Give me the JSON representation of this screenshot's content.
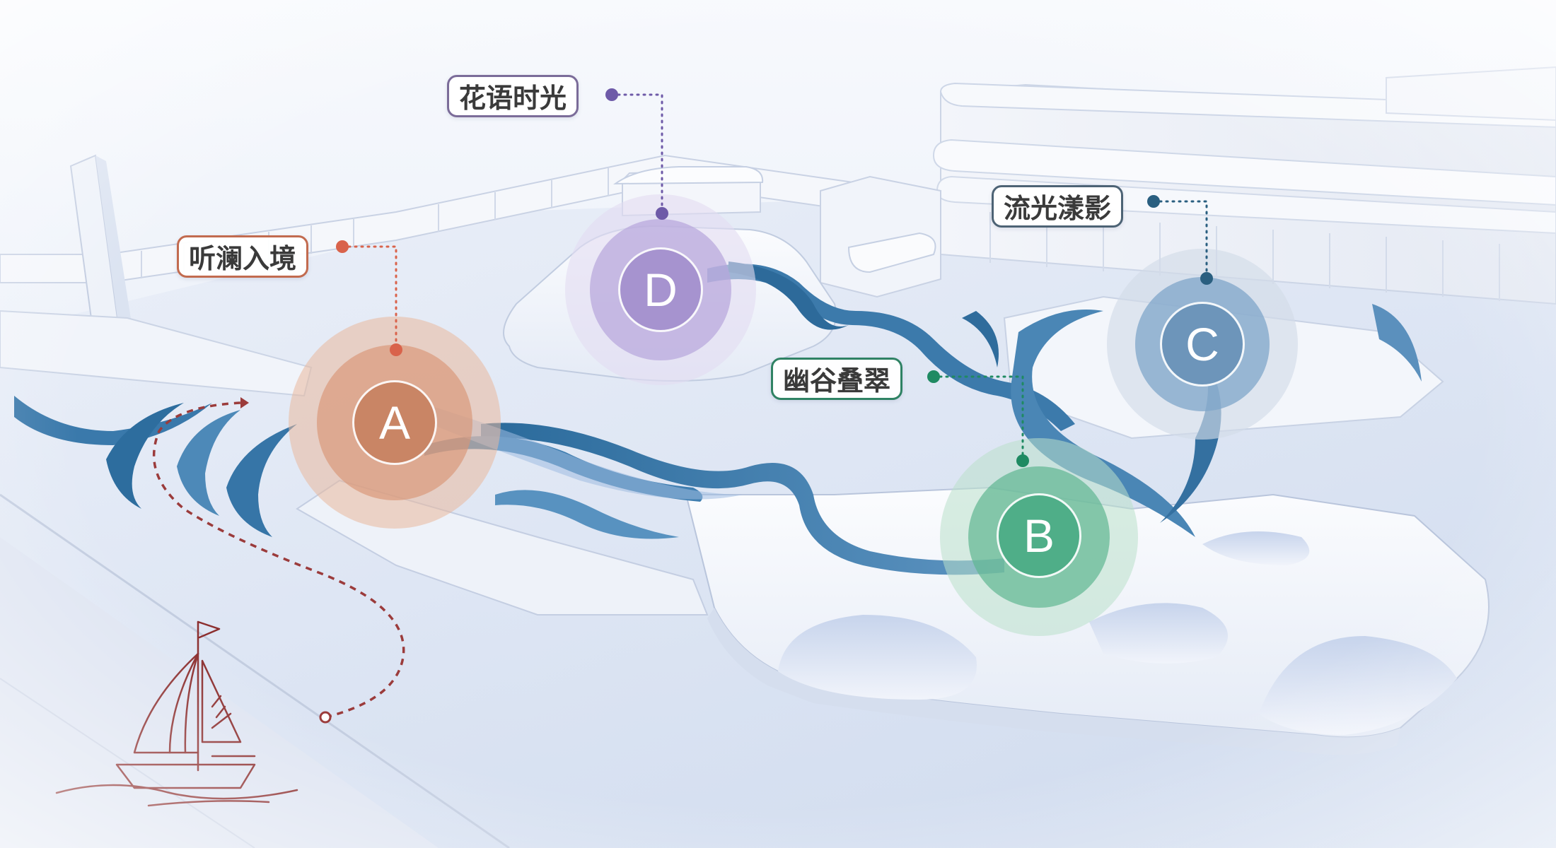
{
  "zones": [
    {
      "id": "A",
      "letter": "A",
      "label": "听澜入境",
      "color": "#d9634b",
      "halo": "#e2a385",
      "core": "#c98565"
    },
    {
      "id": "B",
      "letter": "B",
      "label": "幽谷叠翠",
      "color": "#1f8a62",
      "halo": "#a8d6bd",
      "core": "#4fae88"
    },
    {
      "id": "C",
      "letter": "C",
      "label": "流光漾影",
      "color": "#2a5f80",
      "halo": "#b9c9dc",
      "core": "#6d95ba"
    },
    {
      "id": "D",
      "letter": "D",
      "label": "花语时光",
      "color": "#6e5aa8",
      "halo": "#d6cbea",
      "core": "#a693cf"
    }
  ],
  "colors": {
    "water_dark": "#2d6e9e",
    "water_light": "#8fb6d8",
    "ground": "#e3e9f5",
    "platform": "#f4f6fb",
    "route": "#9b3b3b",
    "sailboat": "#8c2f2f"
  }
}
